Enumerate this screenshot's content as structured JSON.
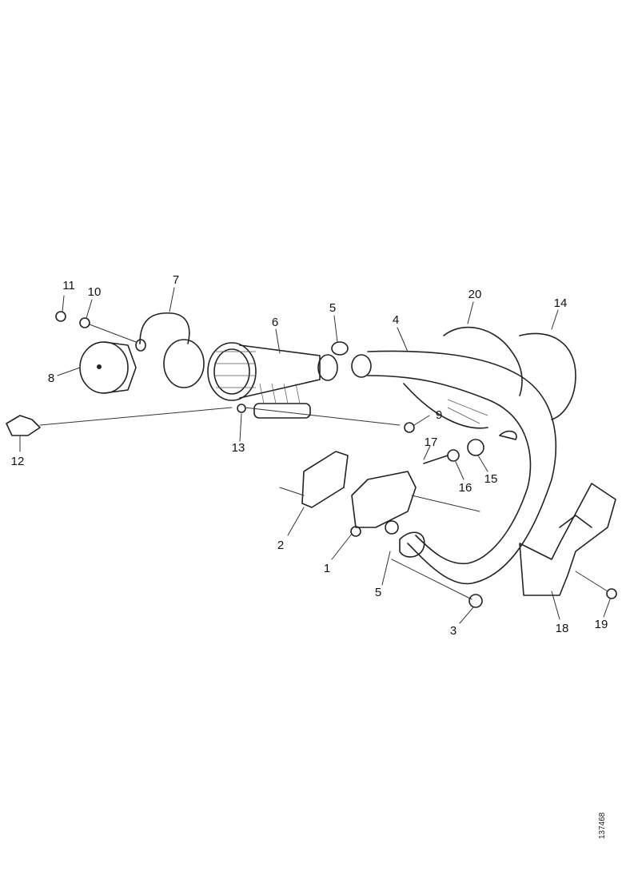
{
  "diagram": {
    "labels": [
      "11",
      "10",
      "7",
      "5",
      "6",
      "4",
      "20",
      "14",
      "8",
      "12",
      "13",
      "9",
      "17",
      "16",
      "15",
      "2",
      "1",
      "5",
      "3",
      "18",
      "19"
    ]
  },
  "reference_code": "137468"
}
